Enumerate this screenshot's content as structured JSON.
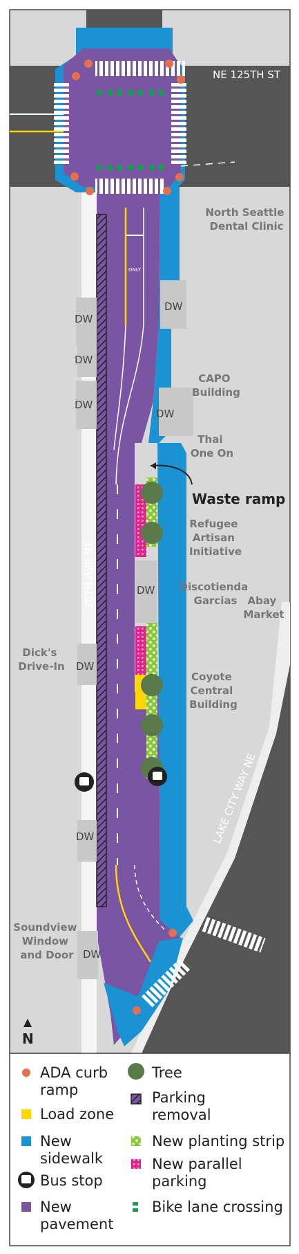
{
  "streets": {
    "ne125th": "NE 125TH ST",
    "thirtieth": "30TH AVE NE",
    "lakecity": "LAKE CITY WAY NE"
  },
  "map_labels": {
    "north_seattle_1": "North Seattle",
    "north_seattle_2": "Dental Clinic",
    "capo_1": "CAPO",
    "capo_2": "Building",
    "thai_1": "Thai",
    "thai_2": "One On",
    "waste_ramp": "Waste ramp",
    "refugee_1": "Refugee",
    "refugee_2": "Artisan",
    "refugee_3": "Initiative",
    "disco_1": "Discotienda",
    "disco_2": "Garcias",
    "abay_1": "Abay",
    "abay_2": "Market",
    "dicks_1": "Dick's",
    "dicks_2": "Drive-In",
    "coyote_1": "Coyote",
    "coyote_2": "Central",
    "coyote_3": "Building",
    "soundview_1": "Soundview",
    "soundview_2": "Window",
    "soundview_3": "and Door",
    "only": "ONLY",
    "north": "N"
  },
  "driveway_label": "DW",
  "legend": {
    "ada_1": "ADA curb",
    "ada_2": "ramp",
    "load_zone": "Load zone",
    "sidewalk_1": "New",
    "sidewalk_2": "sidewalk",
    "bus_stop": "Bus stop",
    "pavement_1": "New",
    "pavement_2": "pavement",
    "tree": "Tree",
    "parking_removal_1": "Parking",
    "parking_removal_2": "removal",
    "planting_strip": "New planting strip",
    "parallel_1": "New parallel",
    "parallel_2": "parking",
    "bike_lane": "Bike lane crossing"
  },
  "colors": {
    "pavement": "#7a55a4",
    "sidewalk": "#1b93d3",
    "road": "#555555",
    "background": "#d8d8d8",
    "load_zone": "#ffd600",
    "parallel_parking": "#e0248c",
    "planting_strip": "#8cc63f",
    "tree": "#5a7a4a",
    "ada_ramp": "#e2704d",
    "bike_lane": "#1a9a52"
  }
}
